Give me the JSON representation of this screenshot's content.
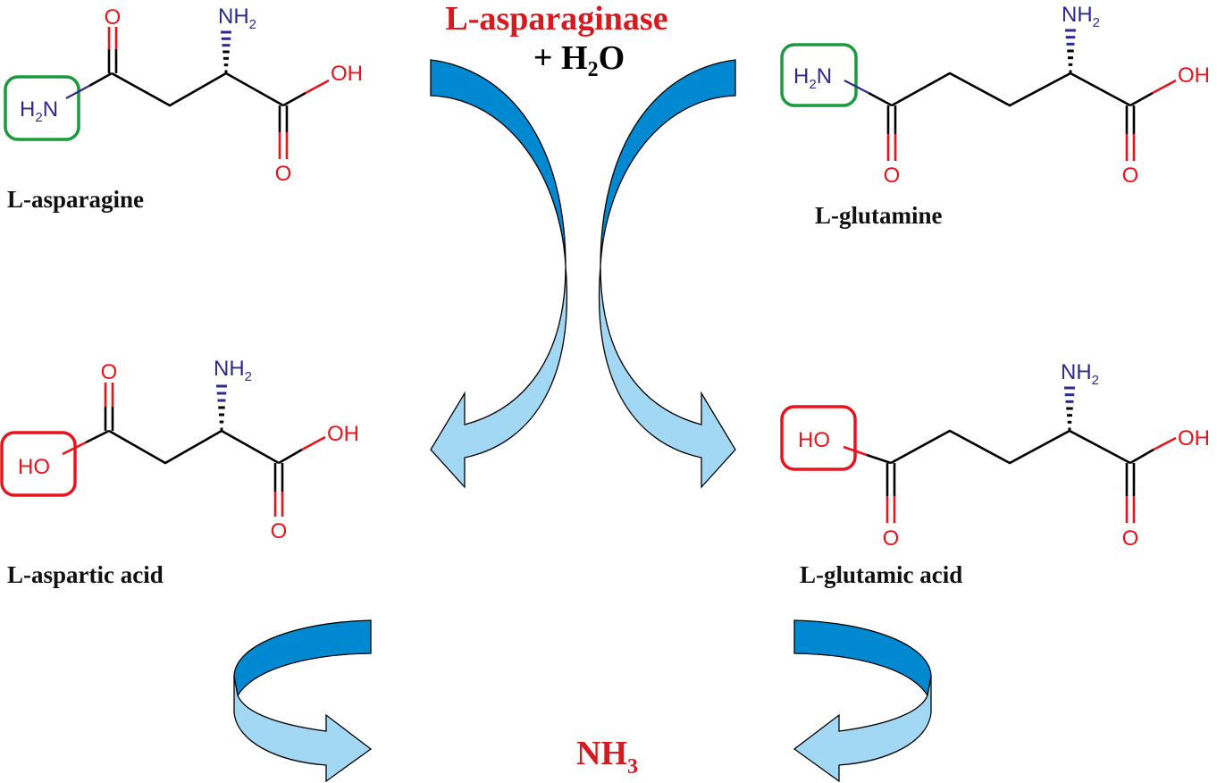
{
  "enzyme": "L-asparaginase",
  "reagent": {
    "plus": "+ H",
    "sub": "2",
    "tail": "O"
  },
  "byproduct": {
    "main": "NH",
    "sub": "3"
  },
  "colors": {
    "oxygen": "#e8141c",
    "nitrogen": "#2e2a8c",
    "amide_box": "#1a9a3c",
    "acid_box": "#e8141c",
    "arrow_dark": "#0089d0",
    "arrow_light": "#a3d8f5",
    "title": "#d71920"
  },
  "atoms": {
    "O": "O",
    "OH": "OH",
    "HO": "HO",
    "NH": "NH",
    "H": "H",
    "N": "N",
    "two": "2"
  },
  "molecules": {
    "asparagine": {
      "name": "L-asparagine"
    },
    "glutamine": {
      "name": "L-glutamine"
    },
    "aspartic_acid": {
      "name": "L-aspartic acid"
    },
    "glutamic_acid": {
      "name": "L-glutamic acid"
    }
  }
}
